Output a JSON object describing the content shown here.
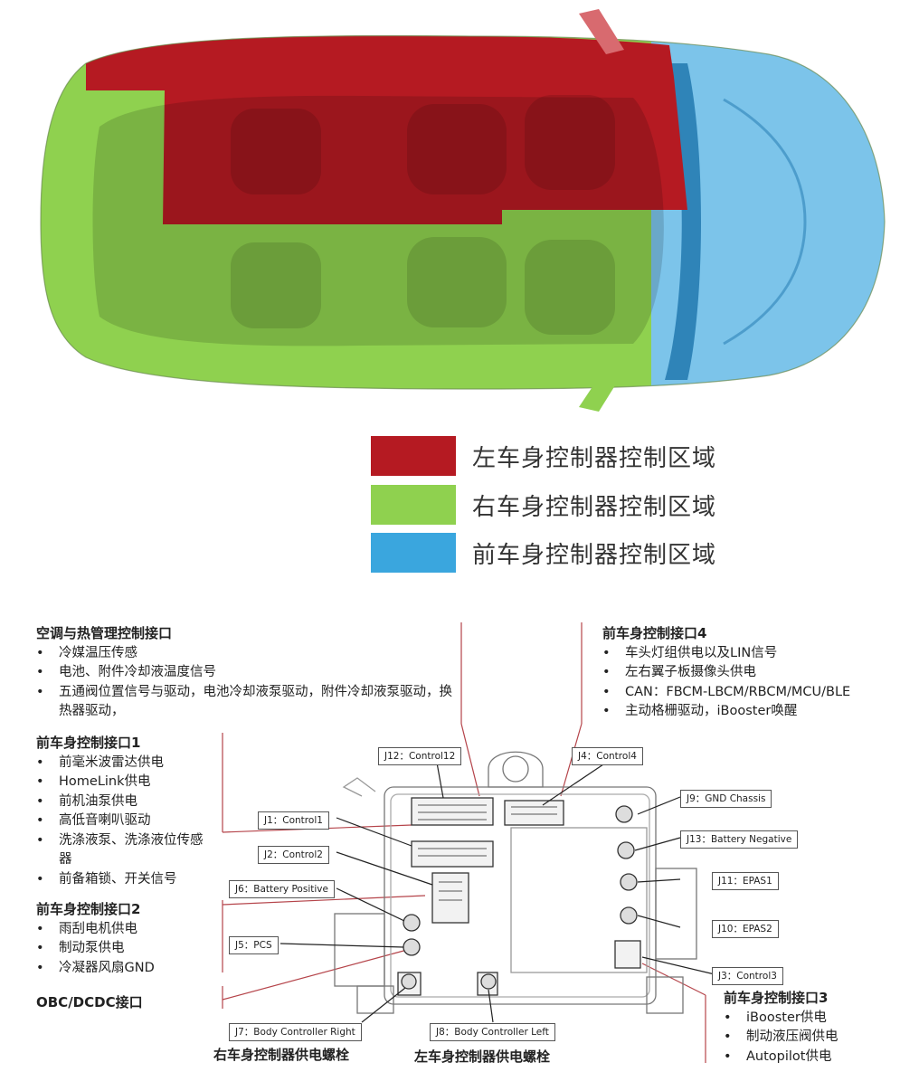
{
  "legend": [
    {
      "label": "左车身控制器控制区域",
      "color": "#b51a22"
    },
    {
      "label": "右车身控制器控制区域",
      "color": "#8fd14f"
    },
    {
      "label": "前车身控制器控制区域",
      "color": "#3aa6de"
    }
  ],
  "groups": {
    "hvac": {
      "title": "空调与热管理控制接口",
      "items": [
        "冷媒温压传感",
        "电池、附件冷却液温度信号",
        "五通阀位置信号与驱动，电池冷却液泵驱动，附件冷却液泵驱动，换热器驱动，"
      ]
    },
    "front1": {
      "title": "前车身控制接口1",
      "items": [
        "前毫米波雷达供电",
        "HomeLink供电",
        "前机油泵供电",
        "高低音喇叭驱动",
        "洗涤液泵、洗涤液位传感器",
        "前备箱锁、开关信号"
      ]
    },
    "front2": {
      "title": "前车身控制接口2",
      "items": [
        "雨刮电机供电",
        "制动泵供电",
        "冷凝器风扇GND"
      ]
    },
    "obc": {
      "title": "OBC/DCDC接口"
    },
    "front4": {
      "title": "前车身控制接口4",
      "items": [
        "车头灯组供电以及LIN信号",
        "左右翼子板摄像头供电",
        "CAN：FBCM-LBCM/RBCM/MCU/BLE",
        "主动格栅驱动，iBooster唤醒"
      ]
    },
    "front3": {
      "title": "前车身控制接口3",
      "items": [
        "iBooster供电",
        "制动液压阀供电",
        "Autopilot供电"
      ]
    }
  },
  "callouts": {
    "j12": "J12：Control12",
    "j4": "J4：Control4",
    "j9": "J9：GND Chassis",
    "j1": "J1：Control1",
    "j13": "J13：Battery Negative",
    "j2": "J2：Control2",
    "j11": "J11：EPAS1",
    "j6": "J6：Battery Positive",
    "j10": "J10：EPAS2",
    "j5": "J5：PCS",
    "j3": "J3：Control3",
    "j7": "J7：Body Controller Right",
    "j8": "J8：Body Controller Left"
  },
  "bottom_labels": {
    "right_bolt": "右车身控制器供电螺栓",
    "left_bolt": "左车身控制器供电螺栓"
  }
}
